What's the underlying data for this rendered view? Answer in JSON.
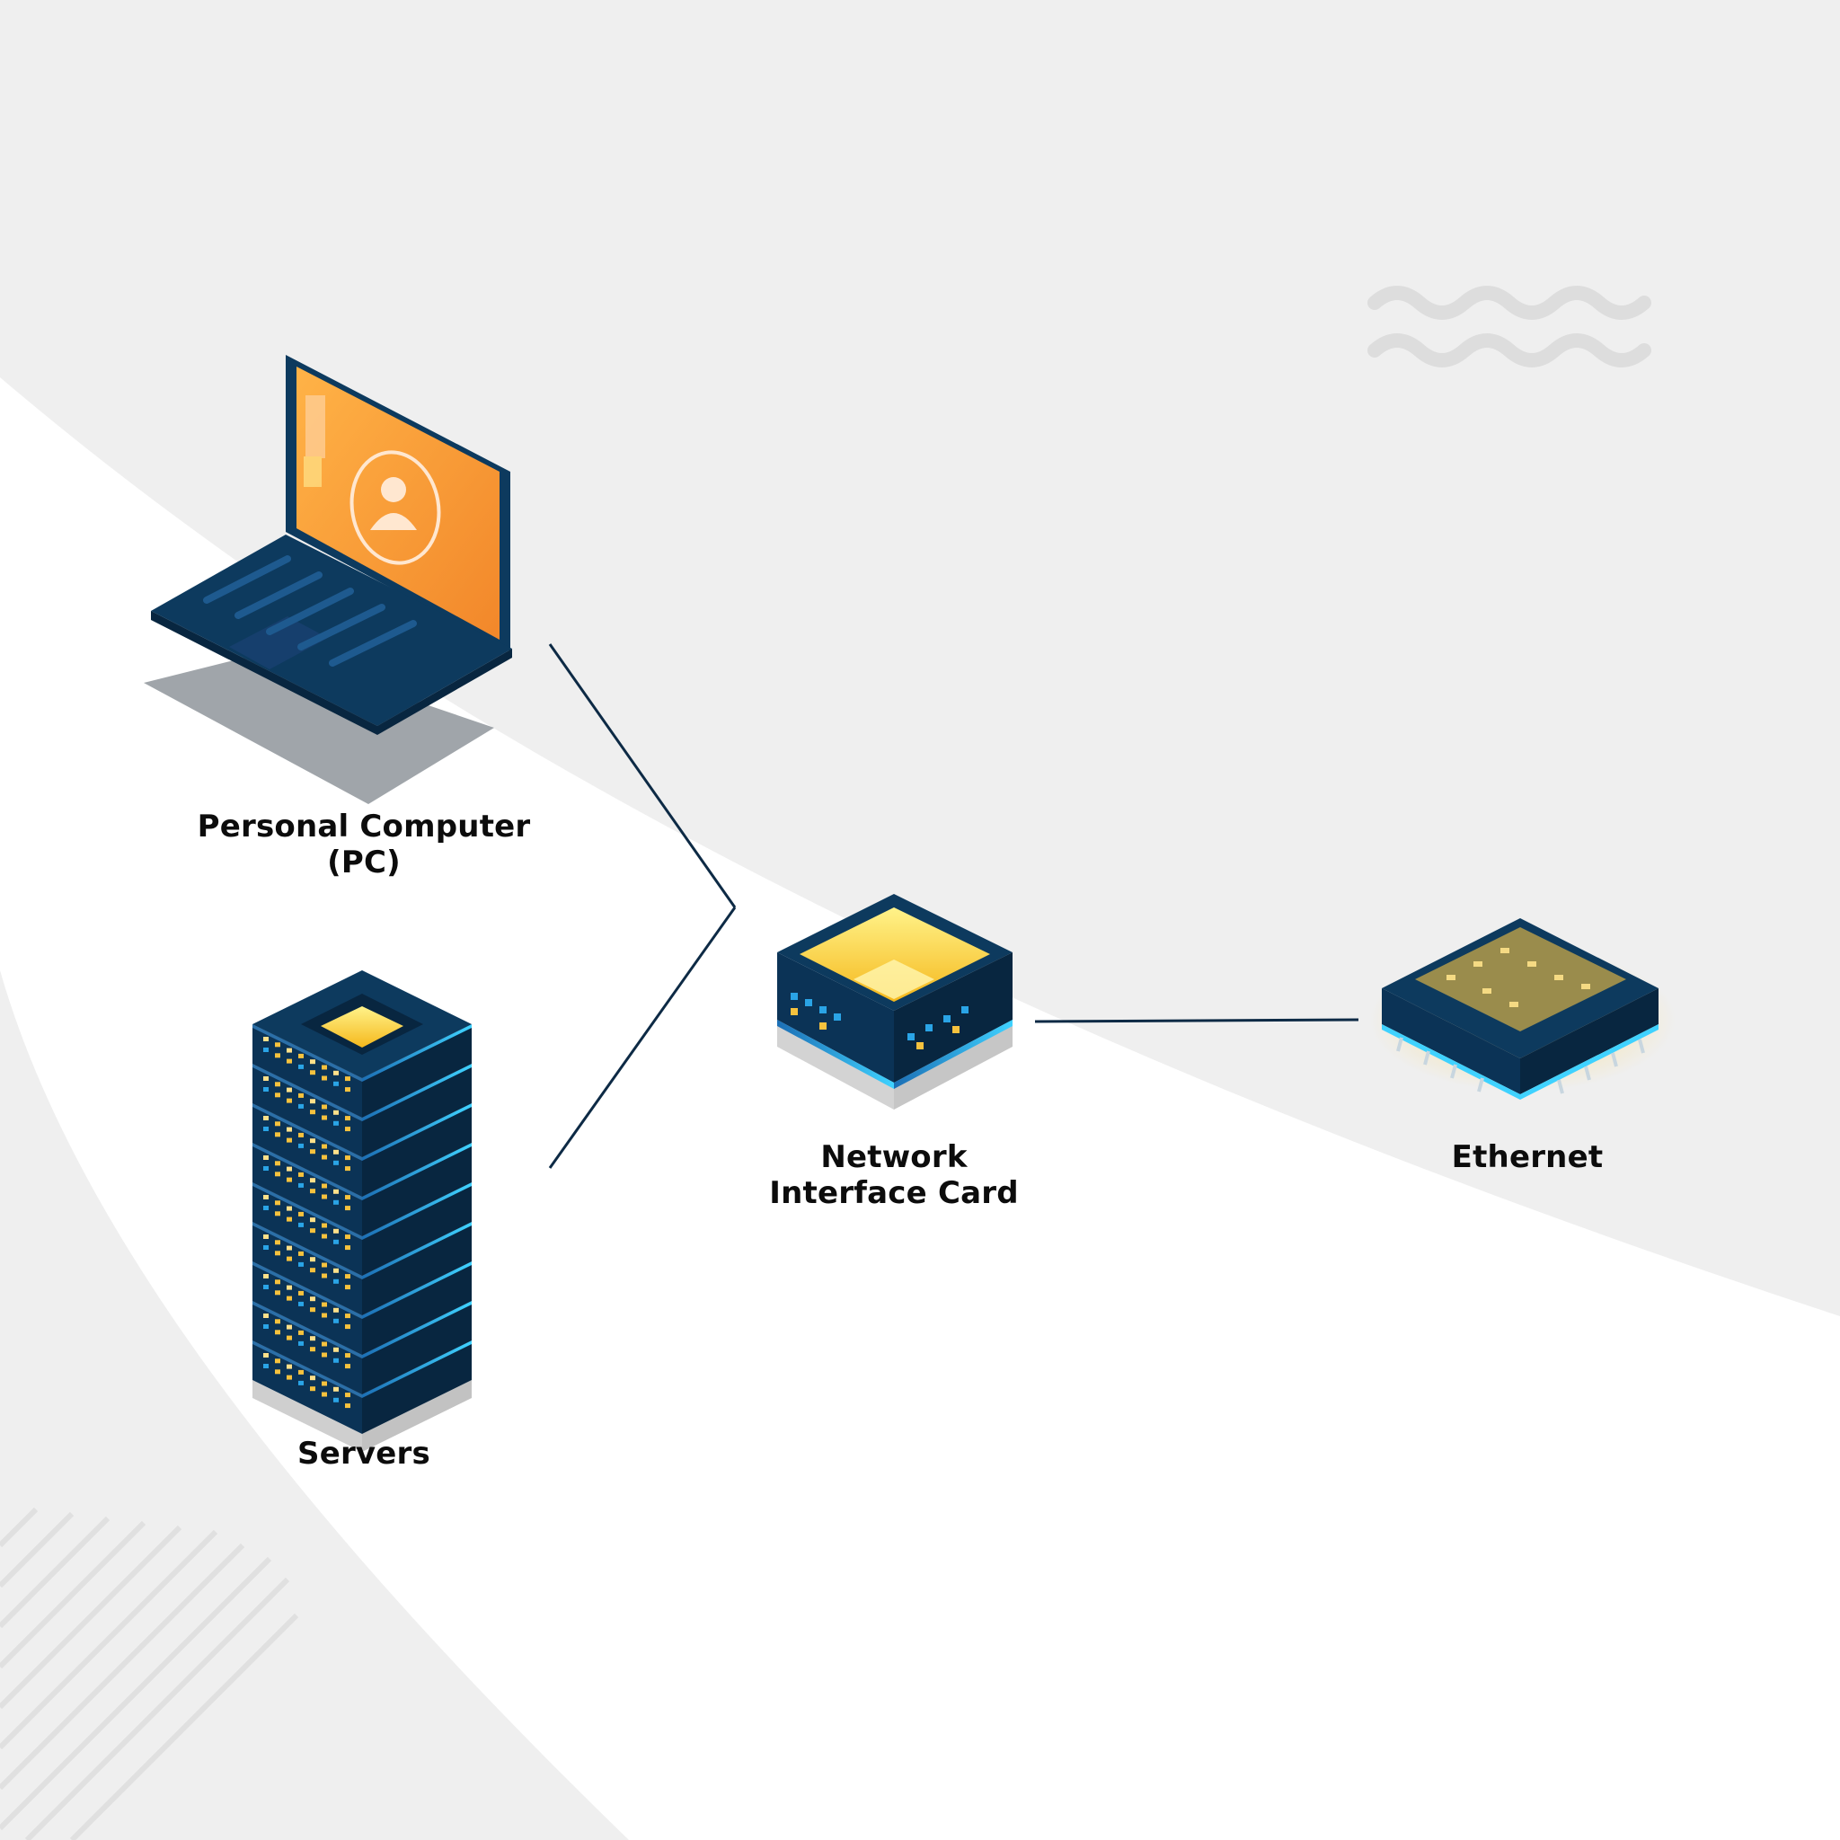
{
  "diagram": {
    "nodes": [
      {
        "id": "pc",
        "label_lines": [
          "Personal Computer",
          "(PC)"
        ],
        "icon": "laptop-icon"
      },
      {
        "id": "servers",
        "label_lines": [
          "Servers"
        ],
        "icon": "server-rack-icon"
      },
      {
        "id": "nic",
        "label_lines": [
          "Network",
          "Interface Card"
        ],
        "icon": "network-card-icon"
      },
      {
        "id": "ethernet",
        "label_lines": [
          "Ethernet"
        ],
        "icon": "ethernet-chip-icon"
      }
    ],
    "edges": [
      {
        "from": "pc",
        "to": "nic"
      },
      {
        "from": "servers",
        "to": "nic"
      },
      {
        "from": "nic",
        "to": "ethernet"
      }
    ]
  },
  "colors": {
    "background": "#efefef",
    "white_band": "#ffffff",
    "connector": "#0d2a45",
    "navy": "#0d3a5e",
    "navy_dark": "#082640",
    "orange": "#f59a2c",
    "yellow": "#ffe066",
    "accent_blue": "#28a7e6"
  }
}
